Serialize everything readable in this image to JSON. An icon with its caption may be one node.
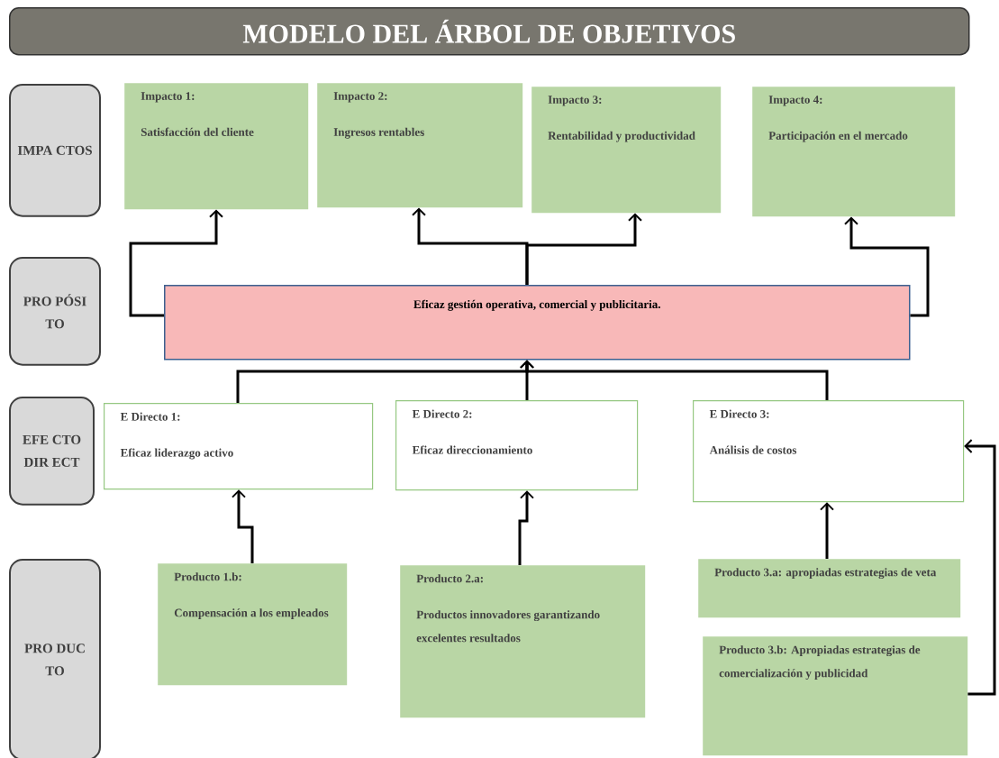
{
  "diagram": {
    "title": "MODELO DEL ÁRBOL DE OBJETIVOS",
    "nodes": [
      {
        "text": [
          "IMPA CTOS"
        ]
      },
      {
        "text": [
          "PRO PÓSI TO"
        ]
      },
      {
        "text": [
          "EFE CTO DIR ECT"
        ]
      },
      {
        "text": [
          "PRO DUC TO"
        ]
      },
      {
        "text": [
          "Impacto 1:",
          "Satisfacción del cliente"
        ]
      },
      {
        "text": [
          "Impacto 2:",
          "Ingresos rentables"
        ]
      },
      {
        "text": [
          "Impacto 3:",
          "Rentabilidad y productividad"
        ]
      },
      {
        "text": [
          "Impacto 4:",
          "Participación en el mercado"
        ]
      },
      {
        "text": [
          "Eficaz gestión operativa, comercial y publicitaria."
        ]
      },
      {
        "text": [
          "E Directo 1:",
          "Eficaz  liderazgo activo"
        ]
      },
      {
        "text": [
          "E Directo 2:",
          "Eficaz direccionamiento"
        ]
      },
      {
        "text": [
          "E Directo 3:",
          "Análisis de costos"
        ]
      },
      {
        "text": [
          "Producto 1.b:",
          "Compensación a los empleados"
        ]
      },
      {
        "text": [
          "Producto 2.a:",
          "Productos innovadores garantizando excelentes resultados"
        ]
      },
      {
        "text": [
          "Producto 3.a: apropiadas estrategias de veta"
        ]
      },
      {
        "text": [
          "Producto 3.b: Apropiadas estrategias de comercialización y publicidad"
        ]
      }
    ],
    "edges": [
      {
        "from": 8,
        "to": 4,
        "arrow": "to"
      },
      {
        "from": 8,
        "to": 5,
        "arrow": "to"
      },
      {
        "from": 8,
        "to": 6,
        "arrow": "to"
      },
      {
        "from": 8,
        "to": 7,
        "arrow": "to"
      },
      {
        "from": 9,
        "to": 8,
        "arrow": "to"
      },
      {
        "from": 10,
        "to": 8,
        "arrow": "to"
      },
      {
        "from": 11,
        "to": 8,
        "arrow": "to"
      },
      {
        "from": 12,
        "to": 9,
        "arrow": "to"
      },
      {
        "from": 13,
        "to": 10,
        "arrow": "to"
      },
      {
        "from": 14,
        "to": 11,
        "arrow": "to"
      },
      {
        "from": 15,
        "to": 11,
        "arrow": "to"
      }
    ]
  }
}
